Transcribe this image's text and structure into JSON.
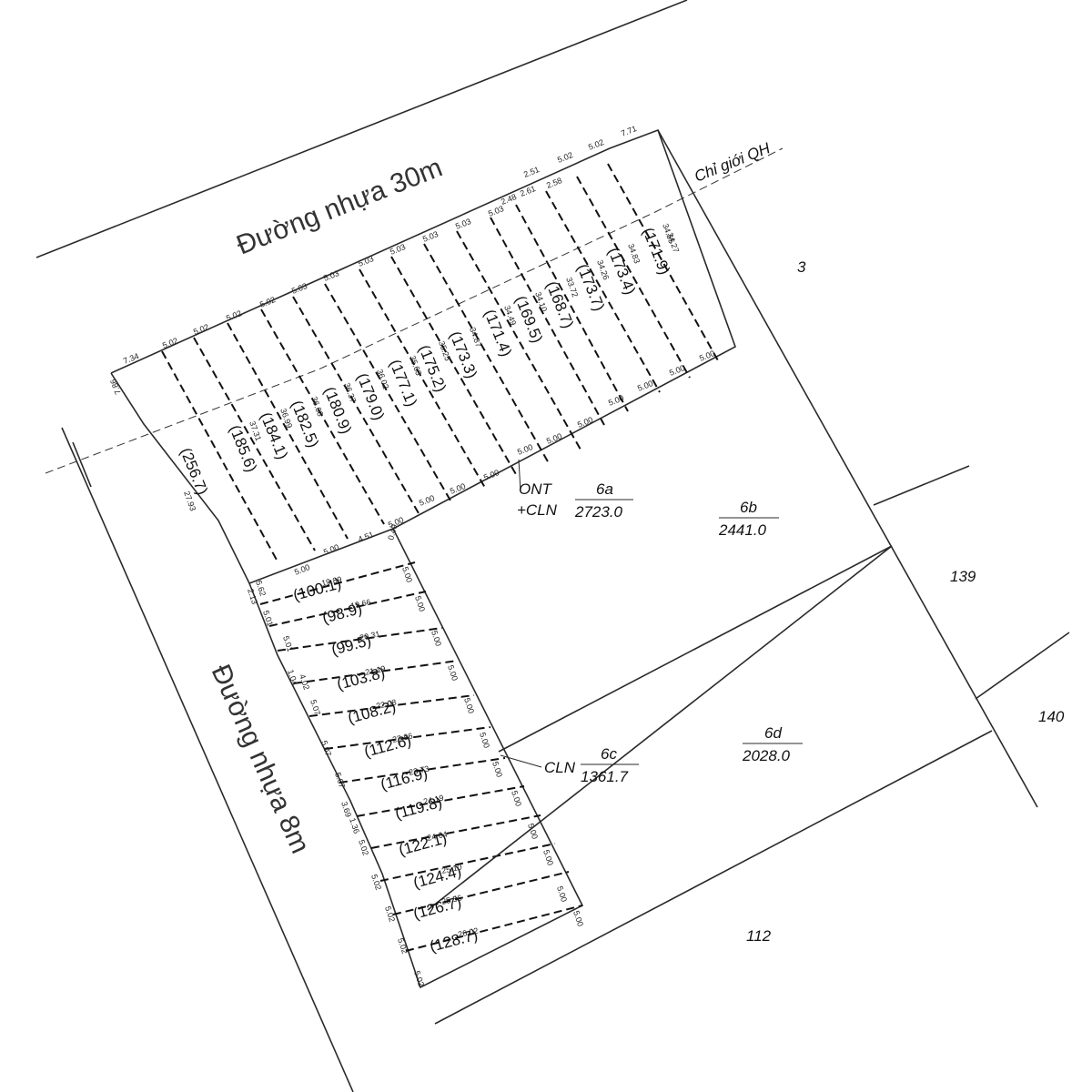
{
  "roads": {
    "road_30m": "Đường nhựa 30m",
    "road_8m": "Đường nhựa 8m",
    "planning_line": "Chỉ giới QH"
  },
  "parcels": {
    "p6a": {
      "use": "ONT",
      "use2": "+CLN",
      "name": "6a",
      "area": "2723.0"
    },
    "p6b": {
      "name": "6b",
      "area": "2441.0"
    },
    "p6c": {
      "use": "CLN",
      "name": "6c",
      "area": "1361.7"
    },
    "p6d": {
      "name": "6d",
      "area": "2028.0"
    },
    "neighbors": [
      "3",
      "139",
      "140",
      "112"
    ]
  },
  "top_lots": [
    {
      "area": "(256.7)",
      "depth": "27.93"
    },
    {
      "area": "(185.6)",
      "depth": "37.31"
    },
    {
      "area": "(184.1)",
      "depth": "36.99"
    },
    {
      "area": "(182.5)",
      "depth": "36.68"
    },
    {
      "area": "(180.9)",
      "depth": "36.37"
    },
    {
      "area": "(179.0)",
      "depth": "36.02"
    },
    {
      "area": "(177.1)",
      "depth": "35.63"
    },
    {
      "area": "(175.2)",
      "depth": "35.25"
    },
    {
      "area": "(173.3)",
      "depth": "34.87"
    },
    {
      "area": "(171.4)",
      "depth": "34.49"
    },
    {
      "area": "(169.5)",
      "depth": "34.10"
    },
    {
      "area": "(168.7)",
      "depth": "33.72"
    },
    {
      "area": "(173.7)",
      "depth": "34.26"
    },
    {
      "area": "(173.4)",
      "depth": "34.83"
    },
    {
      "area": "(171.9)",
      "depth": "34.55"
    }
  ],
  "top_front_widths": [
    "7.34",
    "5.02",
    "5.02",
    "5.02",
    "5.02",
    "5.03",
    "5.03",
    "5.03",
    "5.03",
    "5.03",
    "5.03",
    "5.03",
    "2.48",
    "2.61",
    "2.51",
    "2.58",
    "5.02",
    "5.02",
    "7.71"
  ],
  "top_back_widths": [
    "5.00",
    "5.00",
    "4.51",
    "0.49",
    "5.00",
    "5.00",
    "5.00",
    "5.00",
    "5.00",
    "5.00",
    "5.00",
    "5.00",
    "5.00",
    "5.00",
    "5.00"
  ],
  "top_side": {
    "left_end": "7.86",
    "right_depth": "34.27"
  },
  "side_lots": [
    {
      "area": "(100.1)",
      "width": "19.89"
    },
    {
      "area": "(98.9)",
      "width": "19.66"
    },
    {
      "area": "(99.5)",
      "width": "20.31"
    },
    {
      "area": "(103.8)",
      "width": "21.19"
    },
    {
      "area": "(108.2)",
      "width": "22.08"
    },
    {
      "area": "(112.6)",
      "width": "22.96"
    },
    {
      "area": "(116.9)",
      "width": "23.73"
    },
    {
      "area": "(119.8)",
      "width": "24.19"
    },
    {
      "area": "(122.1)",
      "width": "24.64"
    },
    {
      "area": "(124.4)",
      "width": "25.10"
    },
    {
      "area": "(126.7)",
      "width": "25.56"
    },
    {
      "area": "(128.7)",
      "width": "26.02"
    }
  ],
  "side_front_widths": [
    "2.13",
    "5.62",
    "5.01",
    "5.01",
    "1.04",
    "4.02",
    "5.07",
    "5.07",
    "5.07",
    "3.69",
    "1.36",
    "5.02",
    "5.02",
    "5.02",
    "5.02",
    "5.02"
  ],
  "side_back_widths": [
    "5.00",
    "5.00",
    "5.00",
    "5.00",
    "5.00",
    "5.00",
    "5.00",
    "5.00",
    "5.00",
    "5.00",
    "5.00",
    "5.00"
  ]
}
